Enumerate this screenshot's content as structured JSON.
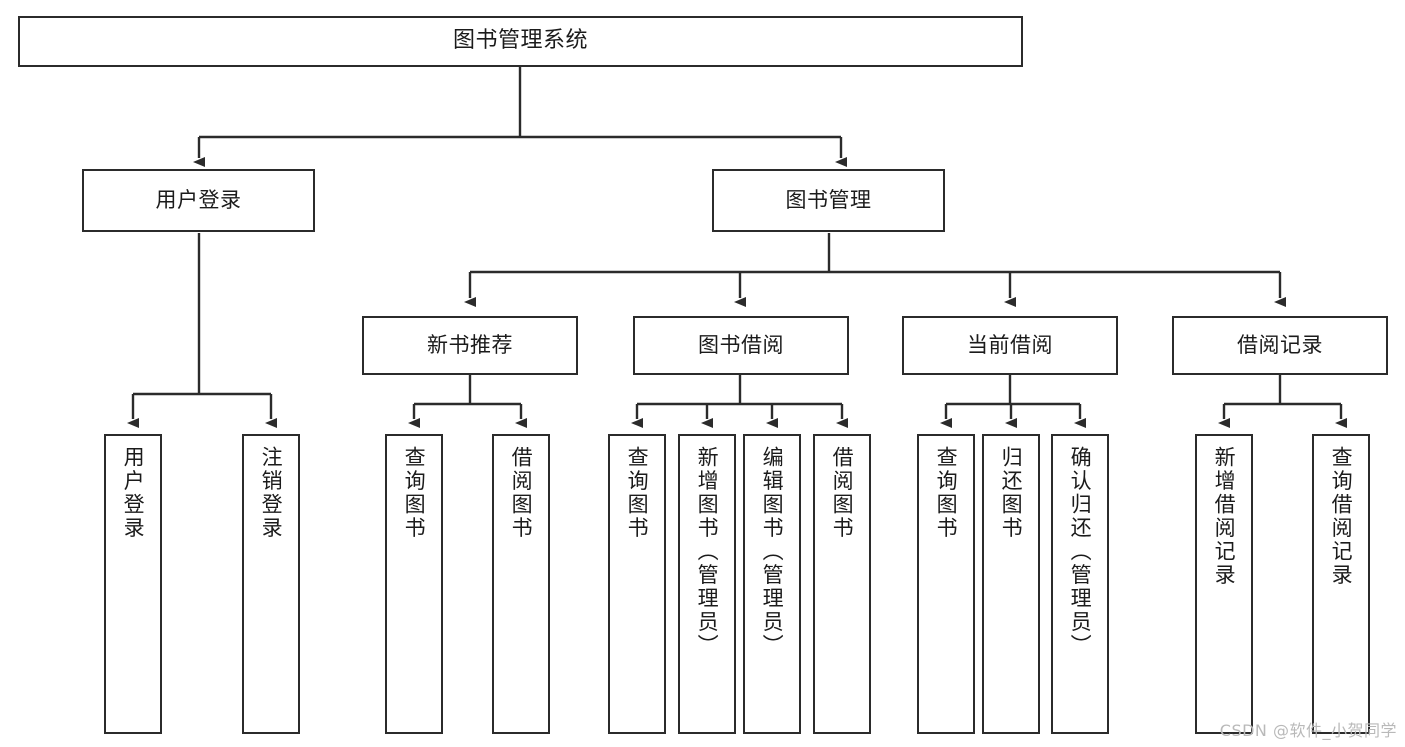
{
  "diagram": {
    "title": "图书管理系统",
    "type": "tree-hierarchy-chart",
    "stroke_color": "#2b2b2b",
    "fill_color": "#ffffff",
    "text_color": "#1b1b1b"
  },
  "nodes": {
    "root": {
      "label": "图书管理系统"
    },
    "level2": [
      {
        "label": "用户登录"
      },
      {
        "label": "图书管理"
      }
    ],
    "level3": [
      {
        "label": "新书推荐"
      },
      {
        "label": "图书借阅"
      },
      {
        "label": "当前借阅"
      },
      {
        "label": "借阅记录"
      }
    ],
    "leaves": {
      "user_login": [
        {
          "label": "用户登录"
        },
        {
          "label": "注销登录"
        }
      ],
      "new_book_recommend": [
        {
          "label": "查询图书"
        },
        {
          "label": "借阅图书"
        }
      ],
      "book_borrow": [
        {
          "label": "查询图书"
        },
        {
          "label": "新增图书（管理员）"
        },
        {
          "label": "编辑图书（管理员）"
        },
        {
          "label": "借阅图书"
        }
      ],
      "current_borrow": [
        {
          "label": "查询图书"
        },
        {
          "label": "归还图书"
        },
        {
          "label": "确认归还（管理员）"
        }
      ],
      "borrow_records": [
        {
          "label": "新增借阅记录"
        },
        {
          "label": "查询借阅记录"
        }
      ]
    }
  },
  "watermark": {
    "text": "CSDN @软件_小贺同学"
  }
}
